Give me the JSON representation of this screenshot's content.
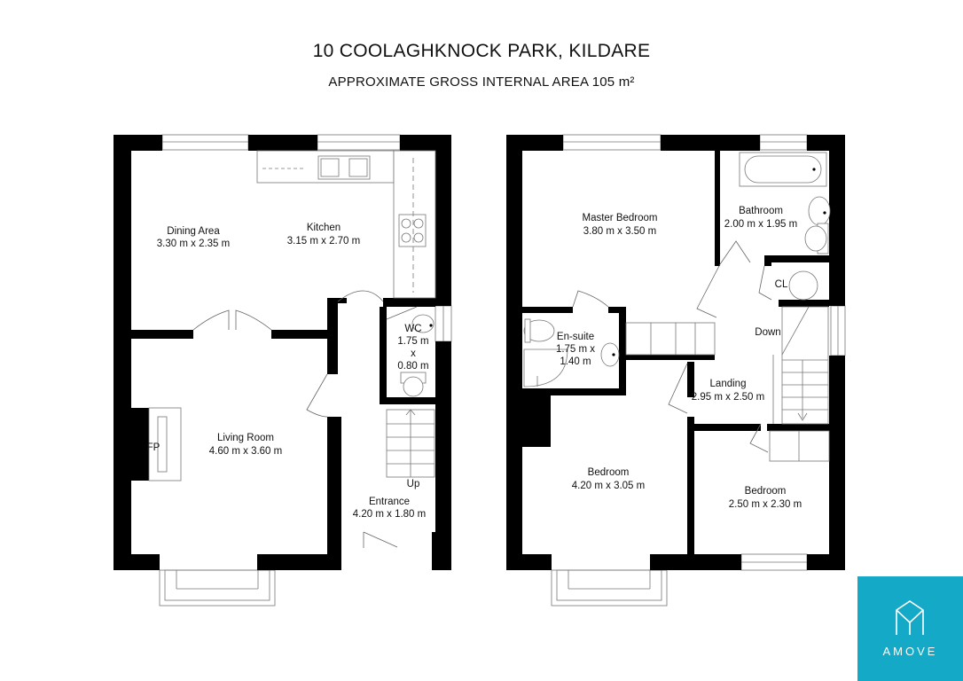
{
  "header": {
    "title": "10 COOLAGHKNOCK PARK, KILDARE",
    "subtitle": "APPROXIMATE GROSS INTERNAL AREA 105 m²"
  },
  "ground_floor": {
    "dining": {
      "name": "Dining Area",
      "dims": "3.30 m x 2.35 m"
    },
    "kitchen": {
      "name": "Kitchen",
      "dims": "3.15 m x 2.70 m"
    },
    "wc": {
      "name": "WC",
      "line1": "1.75 m",
      "line2": "x",
      "line3": "0.80 m"
    },
    "living": {
      "name": "Living Room",
      "dims": "4.60 m x 3.60 m"
    },
    "fireplace": "FP",
    "stairs_label": "Up",
    "entrance": {
      "name": "Entrance",
      "dims": "4.20 m x 1.80 m"
    }
  },
  "first_floor": {
    "master": {
      "name": "Master Bedroom",
      "dims": "3.80 m x 3.50 m"
    },
    "bathroom": {
      "name": "Bathroom",
      "dims": "2.00 m x 1.95 m"
    },
    "closet": "CL",
    "ensuite": {
      "name": "En-suite",
      "line1": "1.75 m x",
      "line2": "1.40 m"
    },
    "stairs_label": "Down",
    "landing": {
      "name": "Landing",
      "dims": "2.95 m x 2.50 m"
    },
    "bedroom2": {
      "name": "Bedroom",
      "dims": "4.20 m x 3.05 m"
    },
    "bedroom3": {
      "name": "Bedroom",
      "dims": "2.50 m x 2.30 m"
    }
  },
  "brand": {
    "name": "AMOVE",
    "color": "#14a9c6"
  }
}
